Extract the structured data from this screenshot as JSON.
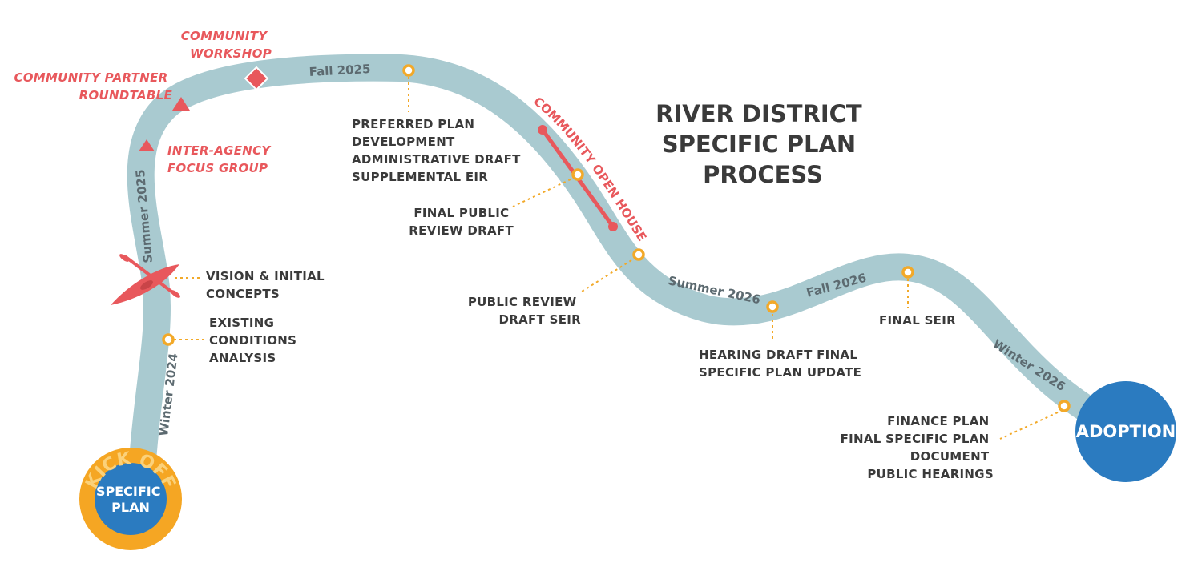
{
  "title": [
    "RIVER DISTRICT",
    "SPECIFIC PLAN",
    "PROCESS"
  ],
  "start": {
    "arc_label": "KICK OFF",
    "lines": [
      "SPECIFIC",
      "PLAN"
    ]
  },
  "end": {
    "label": "ADOPTION"
  },
  "seasons": [
    "Winter 2024",
    "Summer 2025",
    "Fall 2025",
    "Summer 2026",
    "Fall 2026",
    "Winter 2026"
  ],
  "milestones": [
    {
      "lines": [
        "EXISTING",
        "CONDITIONS",
        "ANALYSIS"
      ]
    },
    {
      "lines": [
        "VISION & INITIAL",
        "CONCEPTS"
      ]
    },
    {
      "lines": [
        "PREFERRED PLAN",
        "DEVELOPMENT",
        "ADMINISTRATIVE DRAFT",
        "SUPPLEMENTAL EIR"
      ]
    },
    {
      "lines": [
        "FINAL PUBLIC",
        "REVIEW DRAFT"
      ]
    },
    {
      "lines": [
        "PUBLIC REVIEW",
        "DRAFT SEIR"
      ]
    },
    {
      "lines": [
        "HEARING DRAFT FINAL",
        "SPECIFIC PLAN UPDATE"
      ]
    },
    {
      "lines": [
        "FINAL SEIR"
      ]
    },
    {
      "lines": [
        "FINANCE PLAN",
        "FINAL SPECIFIC PLAN",
        "DOCUMENT",
        "PUBLIC HEARINGS"
      ]
    }
  ],
  "events": [
    {
      "lines": [
        "INTER-AGENCY",
        "FOCUS GROUP"
      ]
    },
    {
      "lines": [
        "COMMUNITY PARTNER",
        "ROUNDTABLE"
      ]
    },
    {
      "lines": [
        "COMMUNITY",
        "WORKSHOP"
      ]
    }
  ],
  "open_house": "COMMUNITY OPEN HOUSE",
  "colors": {
    "river": "#a9cad0",
    "milestone": "#f2a929",
    "event": "#e8585c",
    "circle_blue": "#2b7bc0",
    "circle_ring": "#f5a623",
    "text": "#3a3a3a"
  }
}
